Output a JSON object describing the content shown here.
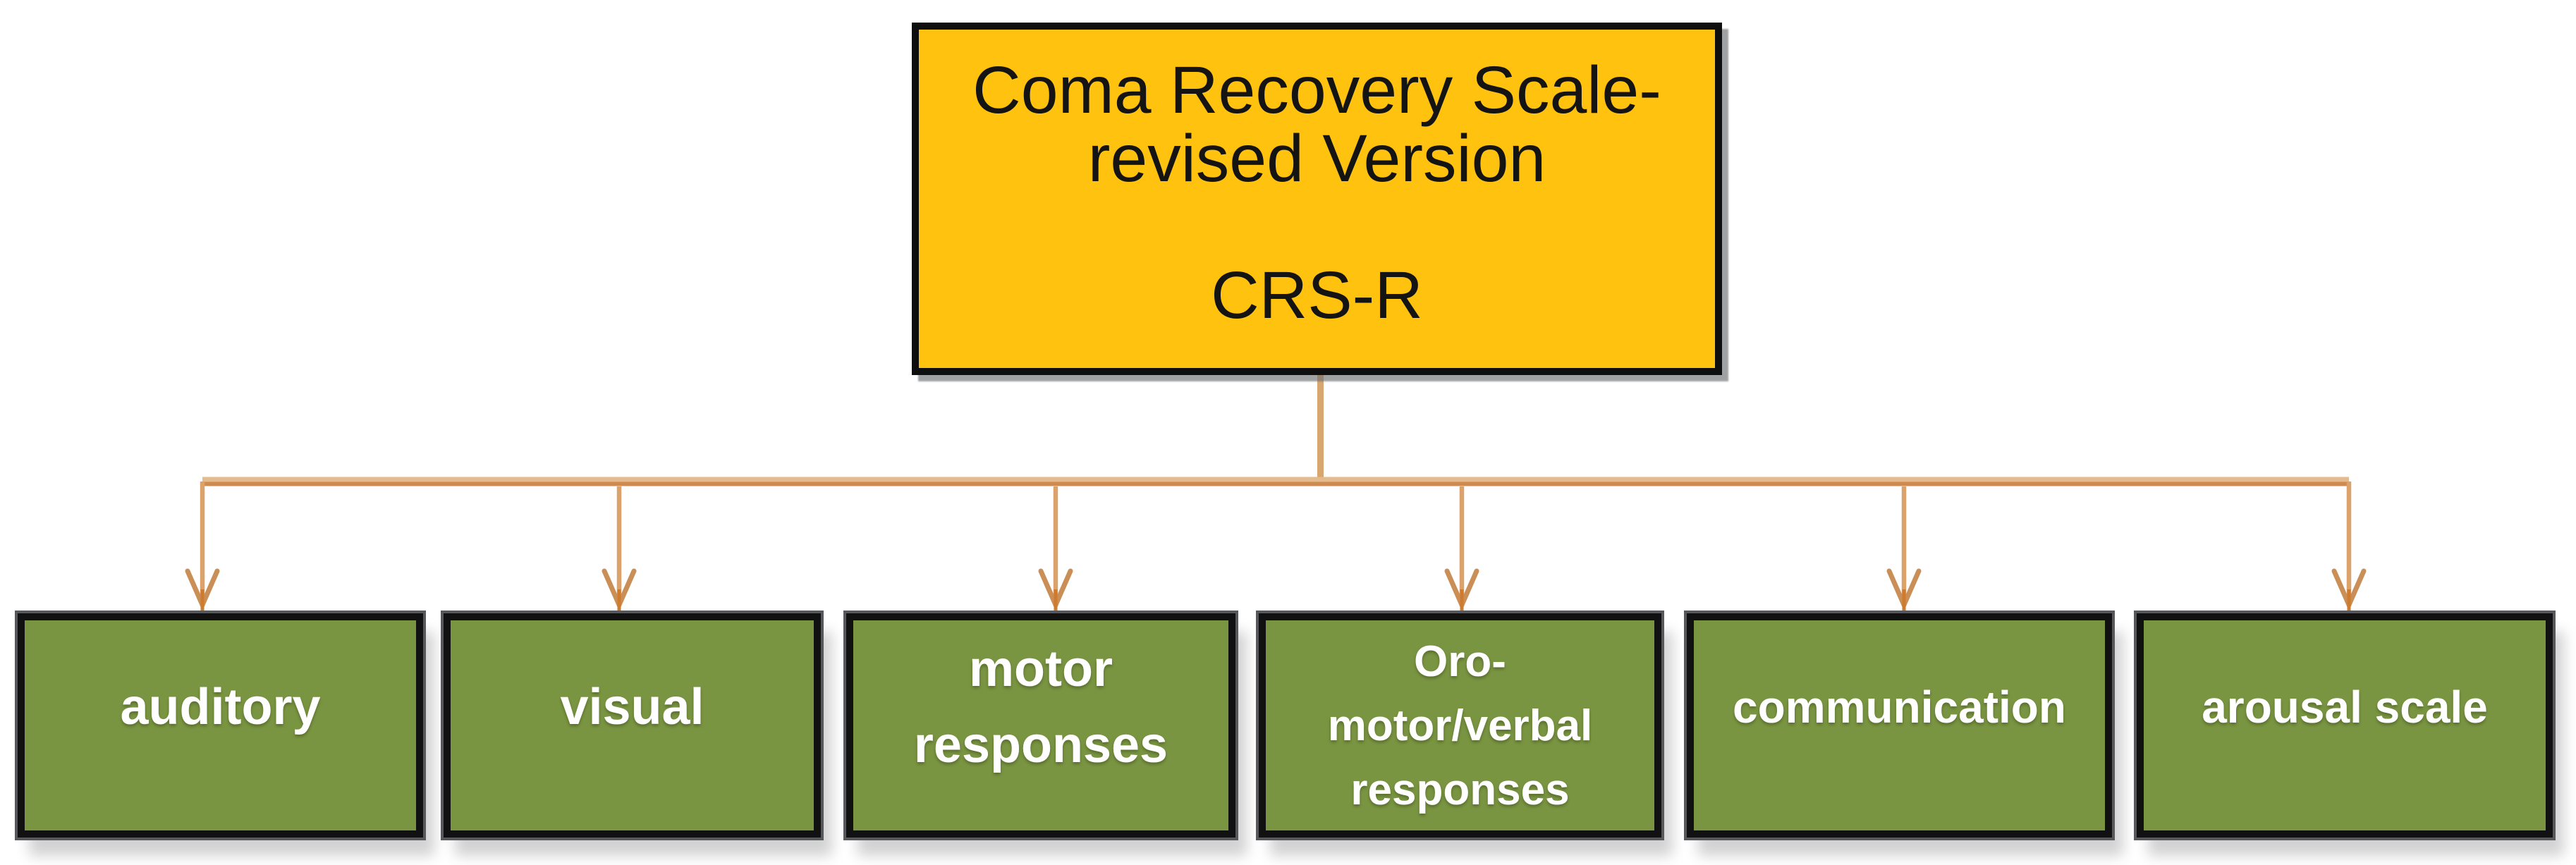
{
  "diagram": {
    "root": {
      "title_lines": [
        "Coma Recovery Scale-",
        "revised Version"
      ],
      "abbreviation": "CRS-R",
      "full_title": "Coma Recovery Scale-revised Version"
    },
    "subscales": [
      {
        "label": "auditory",
        "lines": [
          "auditory"
        ]
      },
      {
        "label": "visual",
        "lines": [
          "visual"
        ]
      },
      {
        "label": "motor responses",
        "lines": [
          "motor",
          "responses"
        ]
      },
      {
        "label": "Oro-motor/verbal responses",
        "lines": [
          "Oro-",
          "motor/verbal",
          "responses"
        ]
      },
      {
        "label": "communication",
        "lines": [
          "communication"
        ]
      },
      {
        "label": "arousal scale",
        "lines": [
          "arousal scale"
        ]
      }
    ]
  },
  "colors": {
    "gold": "#FFC20E",
    "gold-border": "#0E0E0E",
    "green": "#7A9542",
    "green-border": "#111111",
    "green-ring": "#56585C",
    "title-ink": "#141414",
    "label-ink": "#FFFFFF",
    "conn-light": "#E5BB8E",
    "conn-core": "#CD8B50",
    "conn-stem": "#D8A671",
    "conn-drop": "#DCA26C",
    "conn-arrow": "#C98F57",
    "conn-tip": "#CE7B2E"
  }
}
